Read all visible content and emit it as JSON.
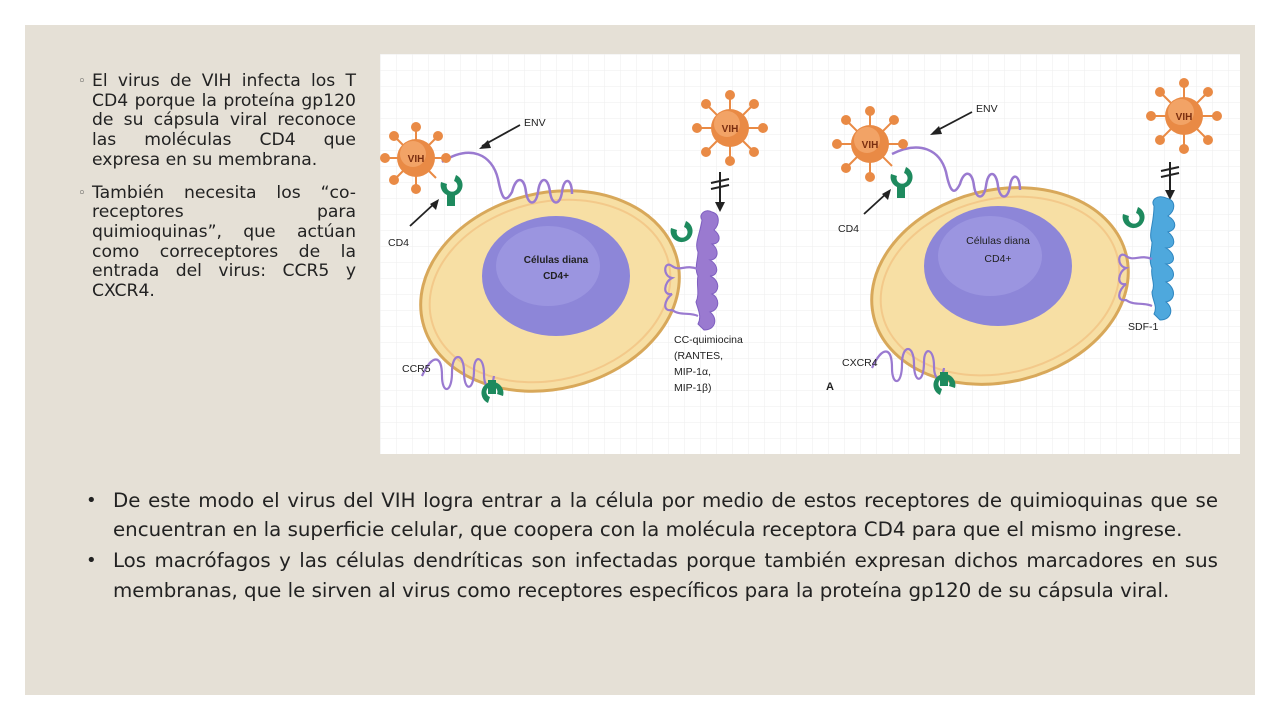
{
  "bullets_top": [
    "El virus de VIH infecta los T CD4 porque la proteína gp120 de su cápsula viral reconoce las moléculas CD4 que expresa en su membrana.",
    "También necesita los “co-receptores para quimioquinas”, que actúan como correceptores de la entrada del virus: CCR5 y CXCR4."
  ],
  "bullets_bottom": [
    "De este modo el virus del VIH logra entrar a la célula por medio de estos receptores de quimioquinas que se encuentran en la superficie celular, que coopera con la molécula receptora CD4 para que el mismo ingrese.",
    "Los macrófagos y las células dendríticas son infectadas porque también expresan dichos marcadores en sus membranas, que le sirven al virus como receptores específicos para la proteína gp120 de su cápsula viral."
  ],
  "top_marker": "◦",
  "bottom_marker": "•",
  "figure": {
    "left": {
      "vih_1": "VIH",
      "vih_2": "VIH",
      "env": "ENV",
      "cd4": "CD4",
      "cell_line1": "Células diana",
      "cell_line2": "CD4+",
      "coreceptor": "CCR5",
      "ligand": [
        "CC-quimiocina",
        "(RANTES,",
        "MIP-1α,",
        "MIP-1β)"
      ]
    },
    "right": {
      "vih_1": "VIH",
      "vih_2": "VIH",
      "env": "ENV",
      "cd4": "CD4",
      "cell_line1": "Células diana",
      "cell_line2": "CD4+",
      "coreceptor": "CXCR4",
      "ligand": [
        "SDF-1"
      ],
      "panel_letter": "A"
    }
  },
  "colors": {
    "background": "#e5e0d6",
    "cell_fill": "#f7dfa4",
    "nucleus": "#8d86d8",
    "virus": "#e98a45",
    "receptor_green": "#1e8a5e",
    "receptor_purple": "#9a7ad0",
    "receptor_blue": "#4ea8dd"
  }
}
